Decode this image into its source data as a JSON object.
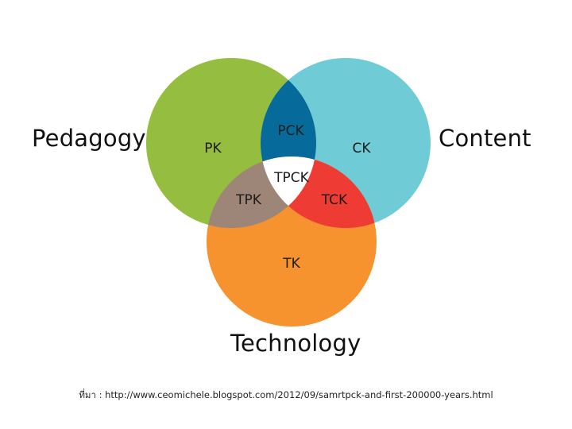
{
  "diagram": {
    "labels": {
      "pedagogy": "Pedagogy",
      "content": "Content",
      "technology": "Technology"
    },
    "regions": {
      "pk": "PK",
      "ck": "CK",
      "tk": "TK",
      "pck": "PCK",
      "tpk": "TPK",
      "tck": "TCK",
      "tpck": "TPCK"
    },
    "colors": {
      "pedagogy": "#95bd3f",
      "content": "#6fcbd5",
      "technology": "#f7932f",
      "pck": "#066b9b",
      "tpk": "#9d8677",
      "tck": "#ee3b34",
      "tpck": "#ffffff"
    }
  },
  "source": "ที่มา : http://www.ceomichele.blogspot.com/2012/09/samrtpck-and-first-200000-years.html"
}
